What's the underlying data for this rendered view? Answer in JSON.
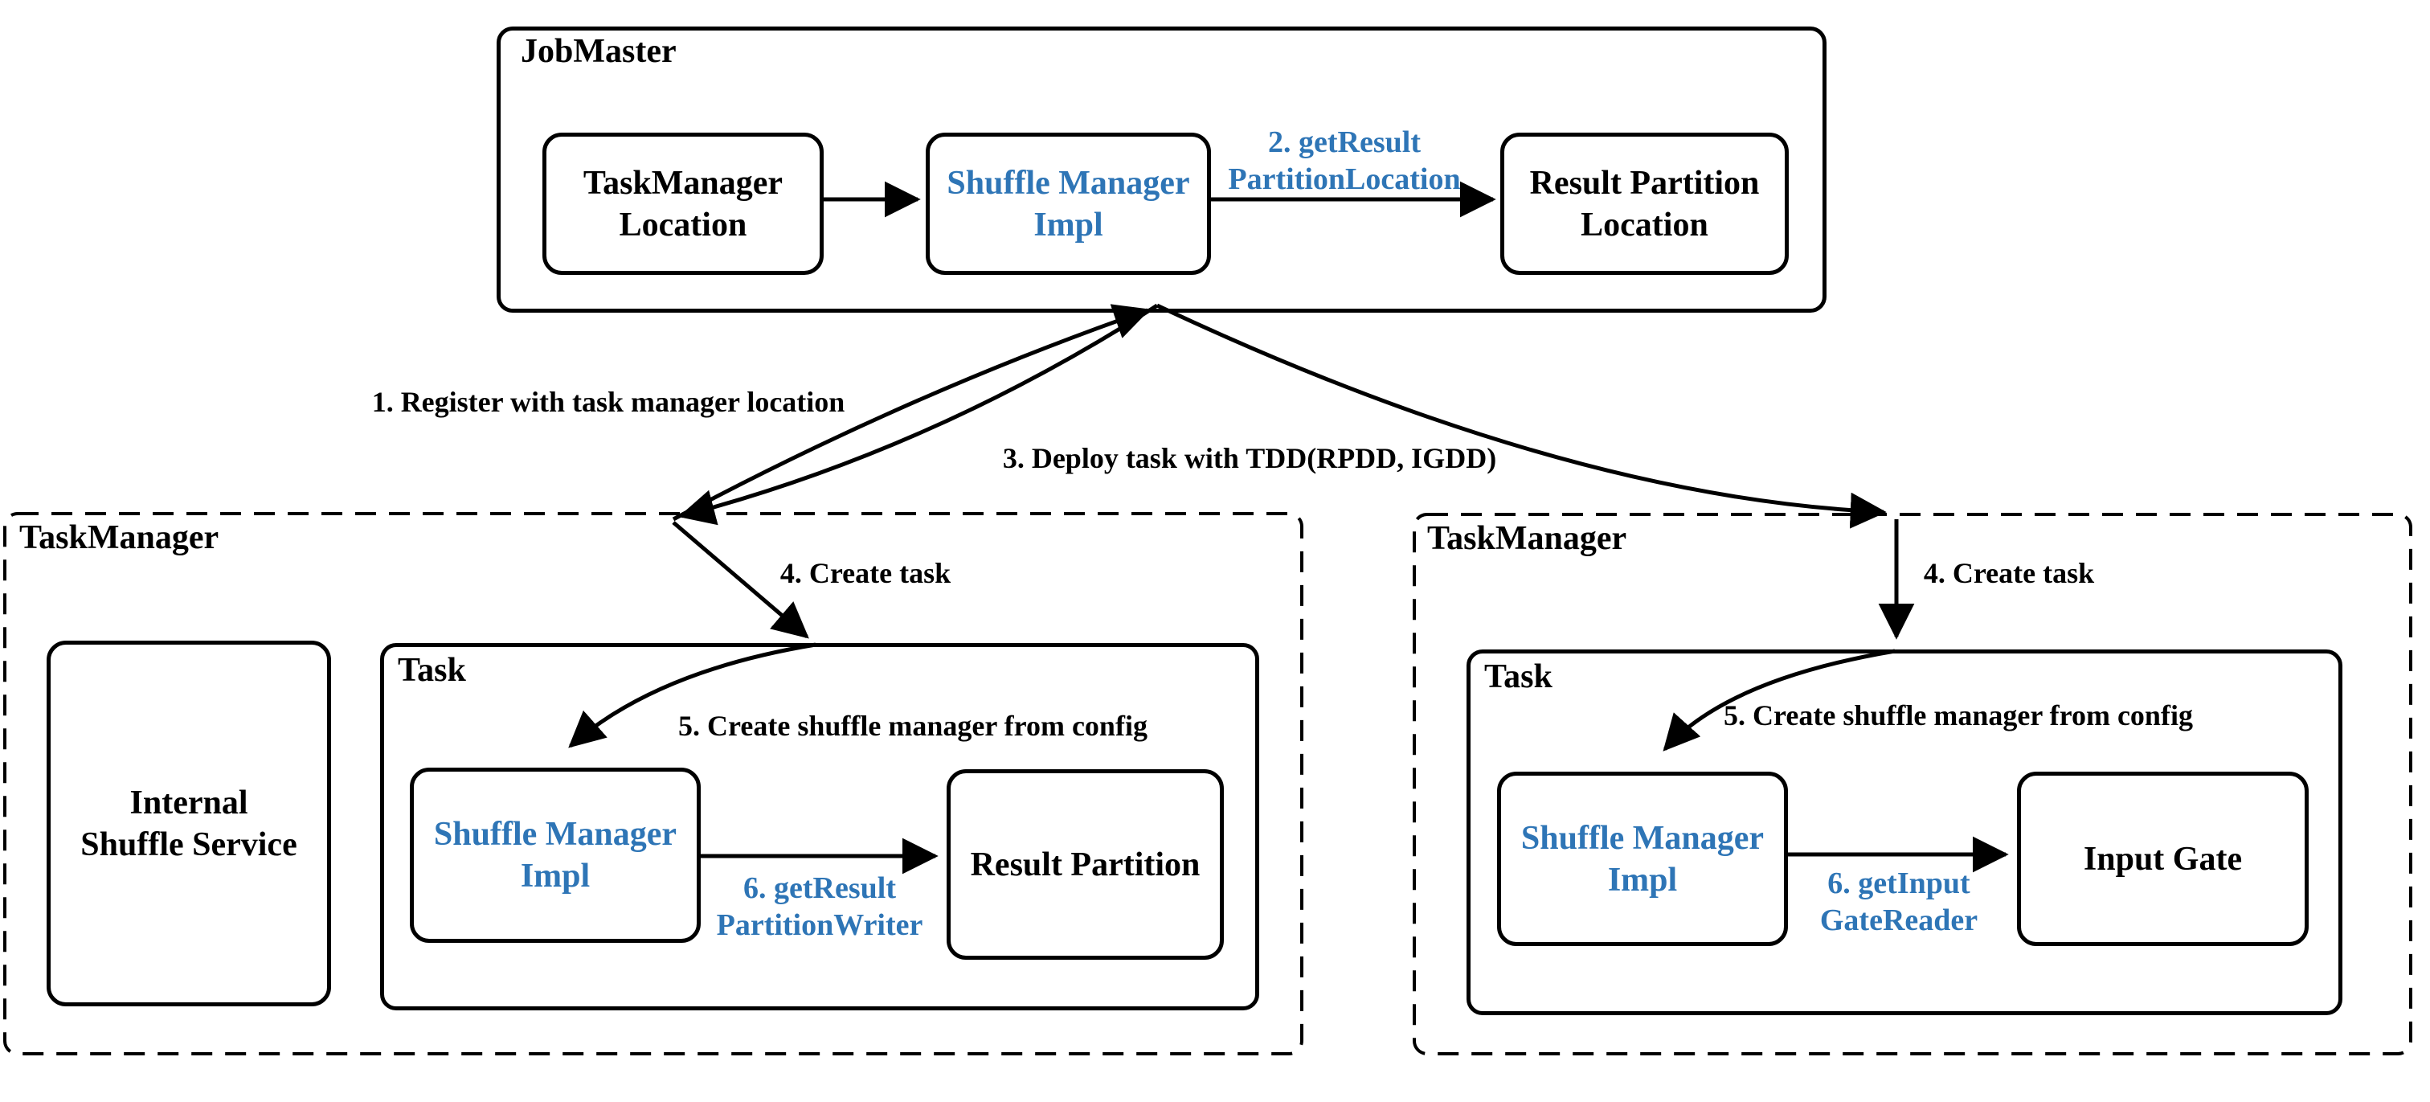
{
  "colors": {
    "accent_blue": "#2E75B6",
    "ink": "#000000",
    "background": "#FFFFFF"
  },
  "jobmaster": {
    "title": "JobMaster",
    "task_manager_location": {
      "line1": "TaskManager",
      "line2": "Location"
    },
    "shuffle_manager_impl": {
      "line1": "Shuffle Manager",
      "line2": "Impl"
    },
    "result_partition_location": {
      "line1": "Result Partition",
      "line2": "Location"
    }
  },
  "taskmanager_left": {
    "title": "TaskManager",
    "internal_shuffle_service": {
      "line1": "Internal",
      "line2": "Shuffle Service"
    },
    "task": {
      "title": "Task",
      "shuffle_manager_impl": {
        "line1": "Shuffle Manager",
        "line2": "Impl"
      },
      "result_partition": "Result Partition"
    }
  },
  "taskmanager_right": {
    "title": "TaskManager",
    "task": {
      "title": "Task",
      "shuffle_manager_impl": {
        "line1": "Shuffle Manager",
        "line2": "Impl"
      },
      "input_gate": "Input Gate"
    }
  },
  "edge_labels": {
    "register": "1. Register with task manager location",
    "get_result_partition_location": {
      "line1": "2. getResult",
      "line2": "PartitionLocation"
    },
    "deploy_task": "3. Deploy task with TDD(RPDD, IGDD)",
    "create_task_left": "4. Create task",
    "create_task_right": "4. Create task",
    "create_shuffle_manager_left": "5. Create shuffle manager from config",
    "create_shuffle_manager_right": "5. Create shuffle manager from config",
    "get_result_partition_writer": {
      "line1": "6. getResult",
      "line2": "PartitionWriter"
    },
    "get_input_gate_reader": {
      "line1": "6. getInput",
      "line2": "GateReader"
    }
  }
}
